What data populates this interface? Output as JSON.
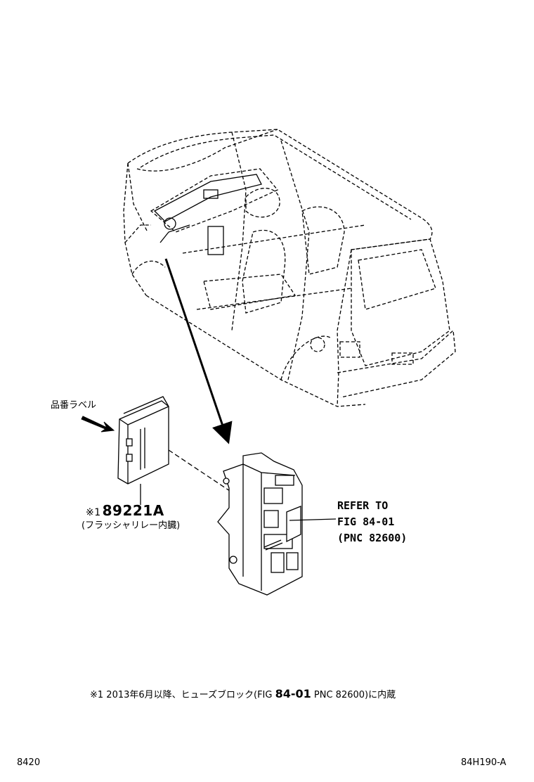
{
  "labels": {
    "part_label_note": "品番ラベル",
    "part_number_mark": "※1",
    "part_number": "89221A",
    "part_description": "(フラッシャリレー内臓)",
    "refer_line1": "REFER TO",
    "refer_line2": "FIG 84-01",
    "refer_line3": "(PNC 82600)"
  },
  "footnote": {
    "prefix": "※1 2013年6月以降、ヒューズブロック(FIG ",
    "figure": "84-01",
    "suffix": " PNC 82600)に内蔵"
  },
  "page": {
    "code_left": "8420",
    "code_right": "84H190-A"
  }
}
